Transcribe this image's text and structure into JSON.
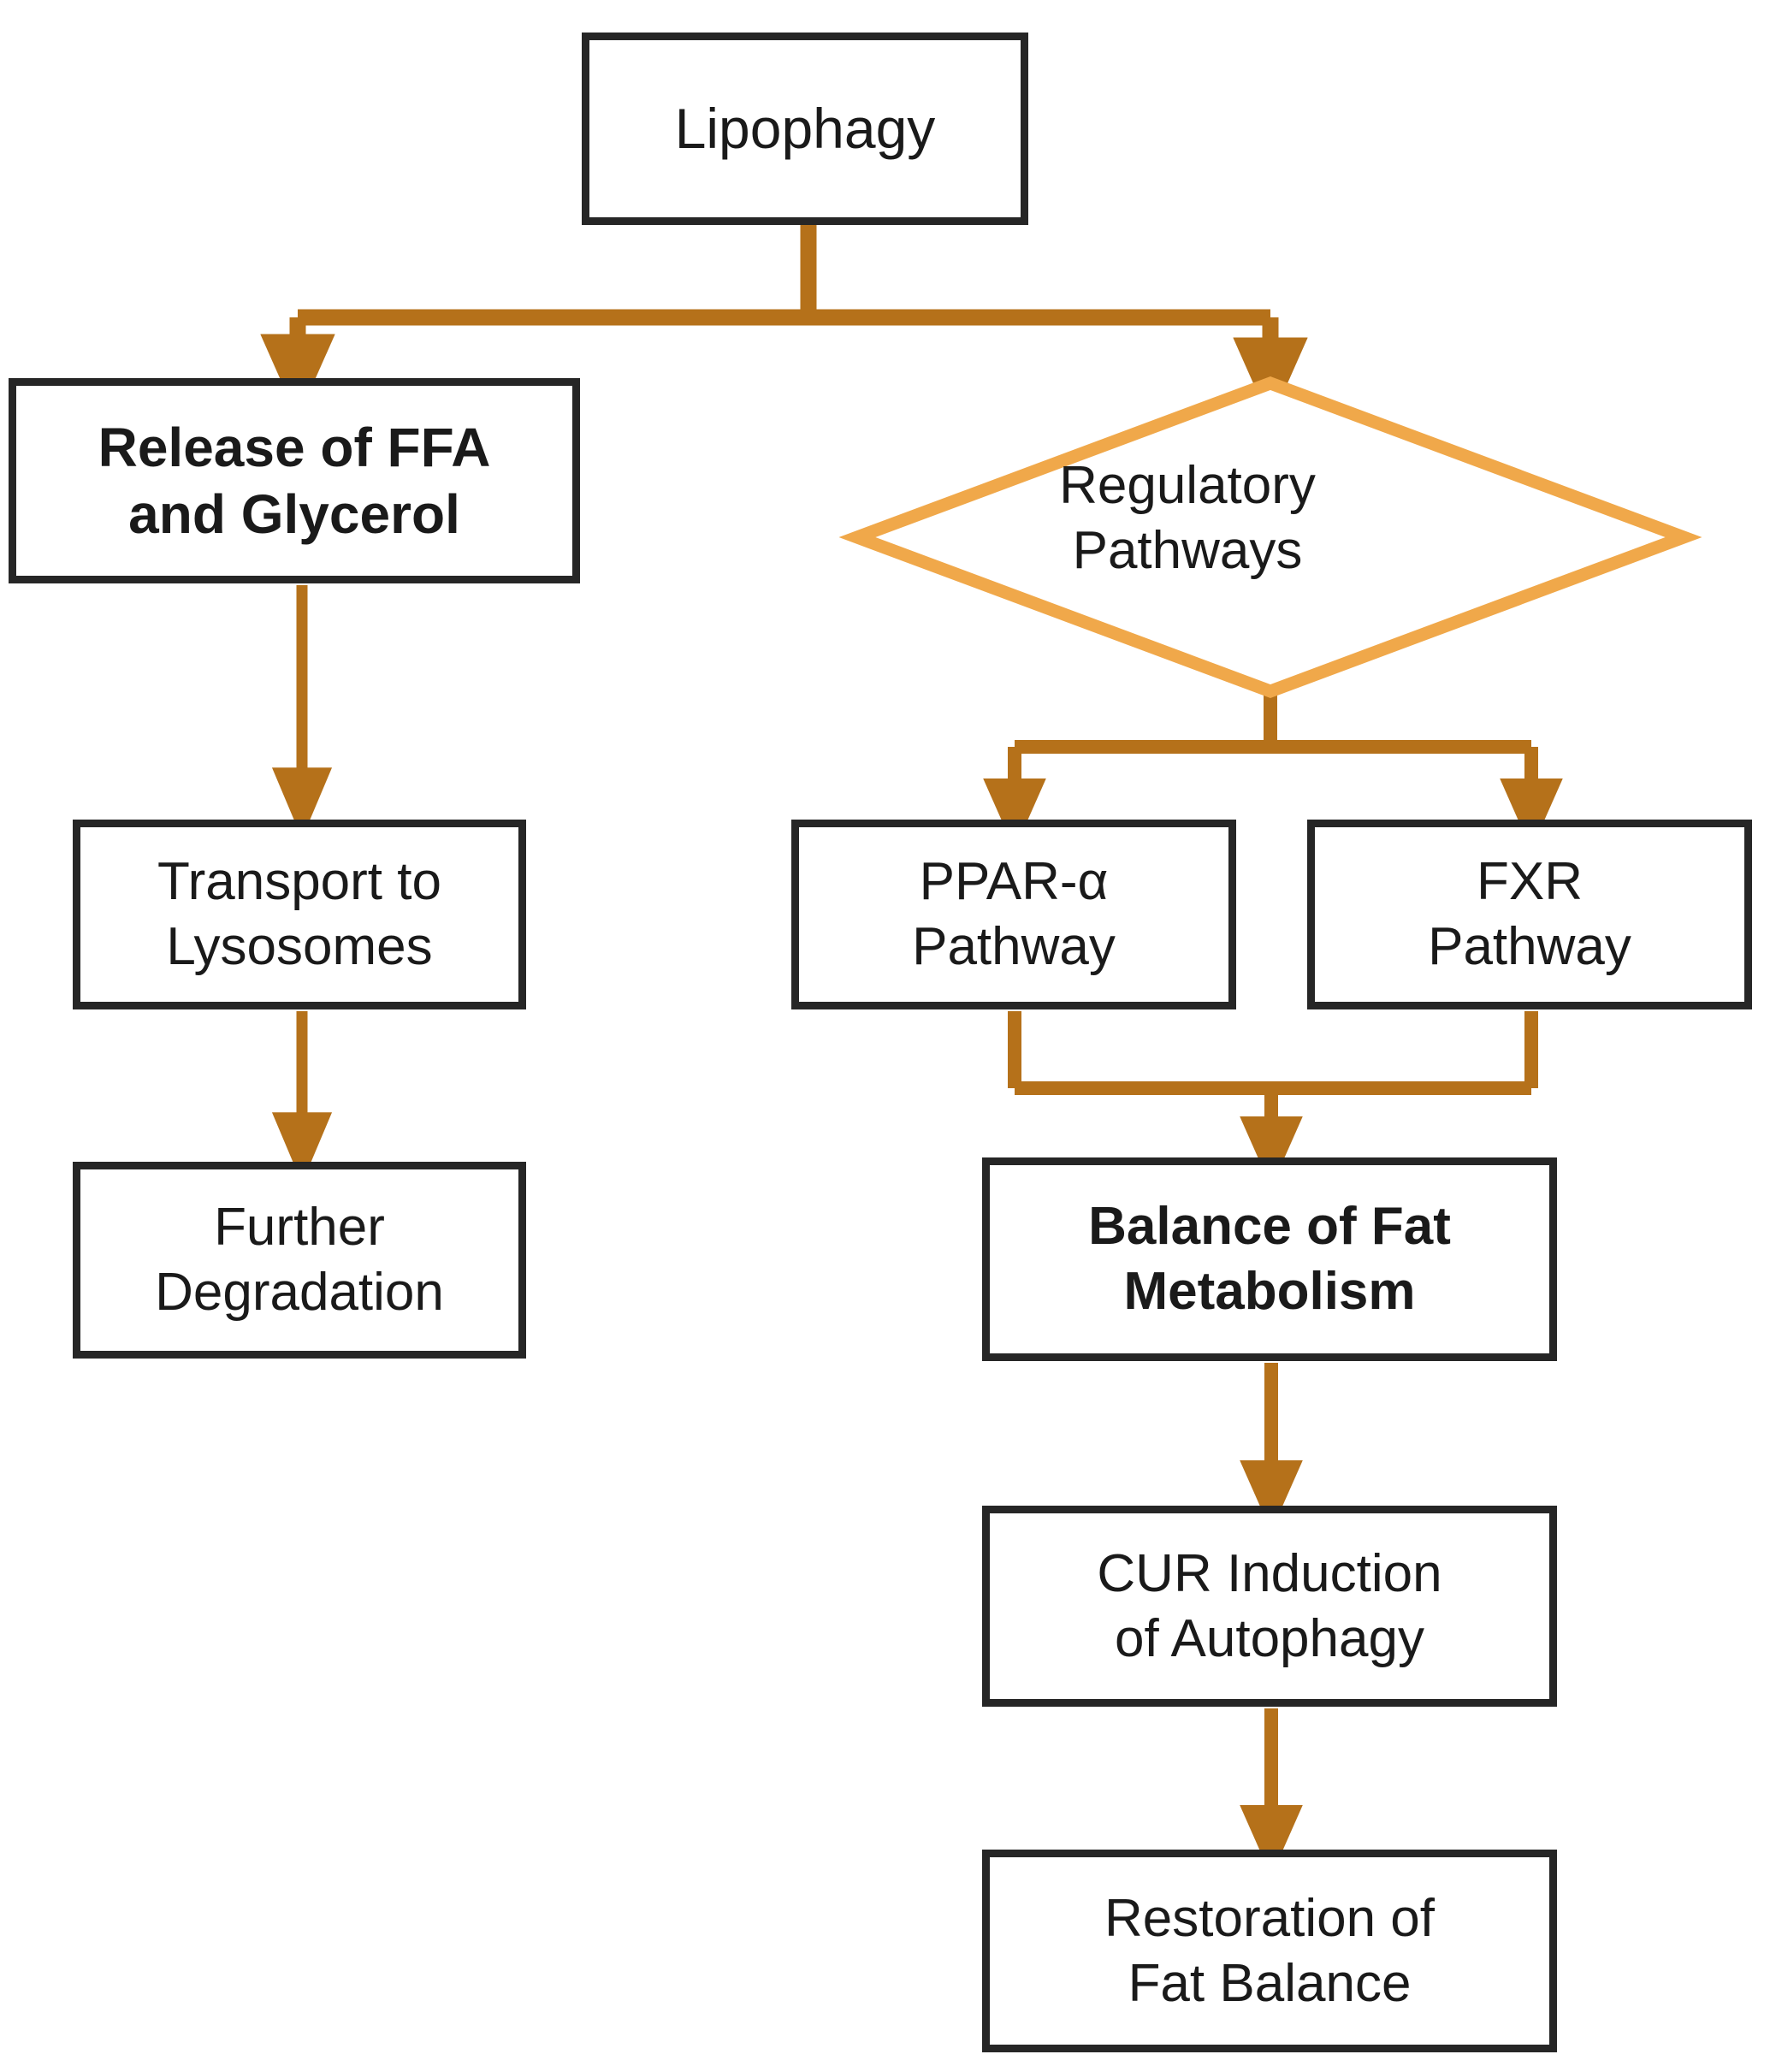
{
  "diagram": {
    "title": "Lipophagy pathway flowchart",
    "type": "flowchart",
    "colors": {
      "node_border": "#262626",
      "node_fill": "#ffffff",
      "arrow": "#B5711A",
      "decision_border": "#F0A84A",
      "text": "#1a1a1a",
      "background": "#ffffff"
    }
  },
  "nodes": {
    "lipophagy": {
      "label": "Lipophagy",
      "shape": "rectangle"
    },
    "release_ffa": {
      "label": "Release of FFA\nand Glycerol",
      "shape": "rectangle"
    },
    "transport": {
      "label": "Transport to\nLysosomes",
      "shape": "rectangle"
    },
    "further_degradation": {
      "label": "Further\nDegradation",
      "shape": "rectangle"
    },
    "regulatory_pathways": {
      "label": "Regulatory\nPathways",
      "shape": "diamond"
    },
    "ppar_alpha": {
      "label": "PPAR-α\nPathway",
      "shape": "rectangle"
    },
    "fxr": {
      "label": "FXR\nPathway",
      "shape": "rectangle"
    },
    "balance_fat": {
      "label": "Balance of Fat\nMetabolism",
      "shape": "rectangle"
    },
    "cur_induction": {
      "label": "CUR Induction\nof Autophagy",
      "shape": "rectangle"
    },
    "restoration": {
      "label": "Restoration of\nFat Balance",
      "shape": "rectangle"
    }
  },
  "edges": [
    {
      "from": "lipophagy",
      "to": "release_ffa",
      "style": "orthogonal-split"
    },
    {
      "from": "lipophagy",
      "to": "regulatory_pathways",
      "style": "orthogonal-split"
    },
    {
      "from": "release_ffa",
      "to": "transport",
      "style": "straight"
    },
    {
      "from": "transport",
      "to": "further_degradation",
      "style": "straight"
    },
    {
      "from": "regulatory_pathways",
      "to": "ppar_alpha",
      "style": "orthogonal-split"
    },
    {
      "from": "regulatory_pathways",
      "to": "fxr",
      "style": "orthogonal-split"
    },
    {
      "from": "ppar_alpha",
      "to": "balance_fat",
      "style": "orthogonal-merge"
    },
    {
      "from": "fxr",
      "to": "balance_fat",
      "style": "orthogonal-merge"
    },
    {
      "from": "balance_fat",
      "to": "cur_induction",
      "style": "straight"
    },
    {
      "from": "cur_induction",
      "to": "restoration",
      "style": "straight"
    }
  ]
}
